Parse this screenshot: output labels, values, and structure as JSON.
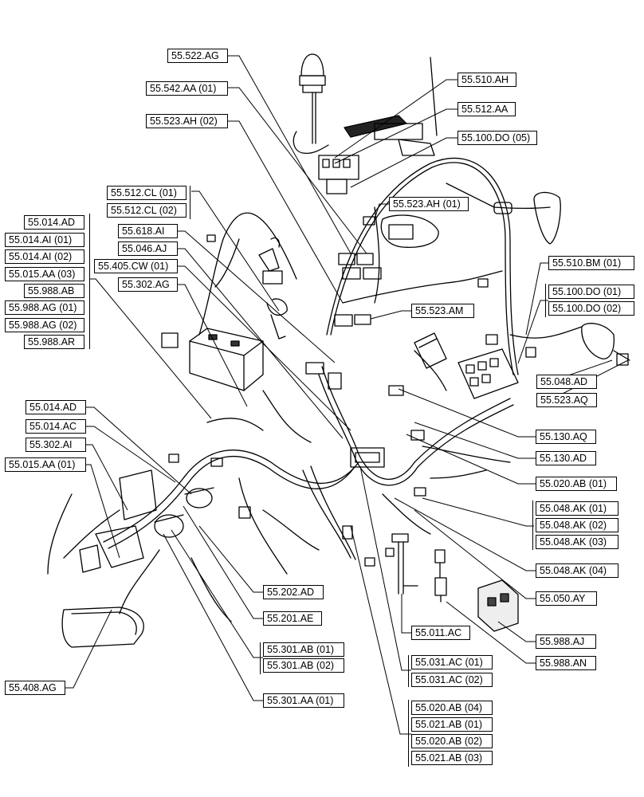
{
  "refs": {
    "r1": "55.522.AG",
    "r2": "55.542.AA (01)",
    "r3": "55.523.AH (02)",
    "r4": "55.510.AH",
    "r5": "55.512.AA",
    "r6": "55.100.DO (05)",
    "r7": "55.512.CL (01)",
    "r8": "55.512.CL (02)",
    "r9": "55.523.AH (01)",
    "r10": "55.014.AD",
    "r11": "55.014.AI (01)",
    "r12": "55.014.AI (02)",
    "r13": "55.015.AA (03)",
    "r14": "55.988.AB",
    "r15": "55.988.AG (01)",
    "r16": "55.988.AG (02)",
    "r17": "55.988.AR",
    "r18": "55.618.AI",
    "r19": "55.046.AJ",
    "r20": "55.405.CW (01)",
    "r21": "55.302.AG",
    "r22": "55.510.BM (01)",
    "r23": "55.100.DO (01)",
    "r24": "55.100.DO (02)",
    "r25": "55.523.AM",
    "r26": "55.048.AD",
    "r27": "55.523.AQ",
    "r28": "55.014.AD",
    "r29": "55.014.AC",
    "r30": "55.302.AI",
    "r31": "55.015.AA (01)",
    "r32": "55.130.AQ",
    "r33": "55.130.AD",
    "r34": "55.020.AB (01)",
    "r35": "55.048.AK (01)",
    "r36": "55.048.AK (02)",
    "r37": "55.048.AK (03)",
    "r38": "55.048.AK (04)",
    "r39": "55.202.AD",
    "r40": "55.050.AY",
    "r41": "55.201.AE",
    "r42": "55.011.AC",
    "r43": "55.988.AJ",
    "r44": "55.301.AB (01)",
    "r45": "55.301.AB (02)",
    "r46": "55.031.AC (01)",
    "r47": "55.988.AN",
    "r48": "55.031.AC (02)",
    "r49": "55.408.AG",
    "r50": "55.301.AA (01)",
    "r51": "55.020.AB (04)",
    "r52": "55.021.AB (01)",
    "r53": "55.020.AB (02)",
    "r54": "55.021.AB (03)"
  }
}
